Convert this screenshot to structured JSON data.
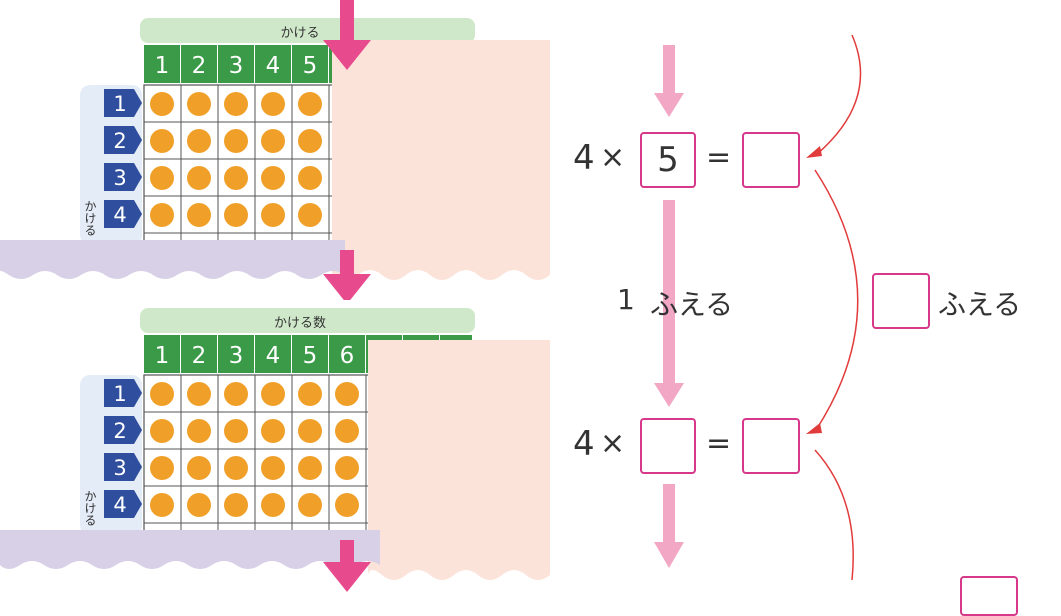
{
  "top_panel": {
    "header": "かける",
    "columns": [
      "1",
      "2",
      "3",
      "4",
      "5"
    ],
    "rows": [
      "1",
      "2",
      "3",
      "4"
    ],
    "side_label": "かける"
  },
  "bottom_panel": {
    "header": "かける数",
    "columns": [
      "1",
      "2",
      "3",
      "4",
      "5",
      "6"
    ],
    "rows": [
      "1",
      "2",
      "3",
      "4"
    ],
    "side_label": "かける"
  },
  "equation1": {
    "lhs": "4",
    "times": "×",
    "multiplier": "5",
    "equals": "=",
    "answer": ""
  },
  "equation2": {
    "lhs": "4",
    "times": "×",
    "multiplier": "",
    "equals": "=",
    "answer": ""
  },
  "left_label": {
    "number": "1",
    "text": "ふえる"
  },
  "right_label": {
    "answer": "",
    "text": "ふえる"
  },
  "colors": {
    "green": "#3a9a48",
    "blue": "#2f4f9e",
    "dot": "#f0a028",
    "pink_arrow": "#e84a8e",
    "red_arrow": "#e23b3b"
  }
}
